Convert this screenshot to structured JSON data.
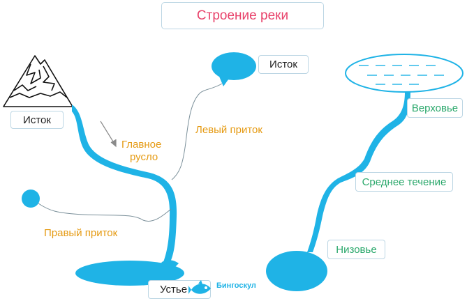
{
  "title": "Строение реки",
  "labels": {
    "source_left": "Исток",
    "source_top": "Исток",
    "main_channel_line1": "Главное",
    "main_channel_line2": "русло",
    "left_tributary": "Левый приток",
    "right_tributary": "Правый приток",
    "mouth": "Устье",
    "upper_course": "Верховье",
    "middle_course": "Среднее течение",
    "lower_course": "Низовье"
  },
  "brand": "Бингоскул",
  "colors": {
    "river": "#1fb3e6",
    "title": "#e8436b",
    "orange_label": "#e59a12",
    "green_label": "#2aa86b",
    "box_border": "#bcd6e4"
  },
  "icons": [
    "mountain-icon",
    "arrow-icon",
    "fish-logo-icon"
  ]
}
